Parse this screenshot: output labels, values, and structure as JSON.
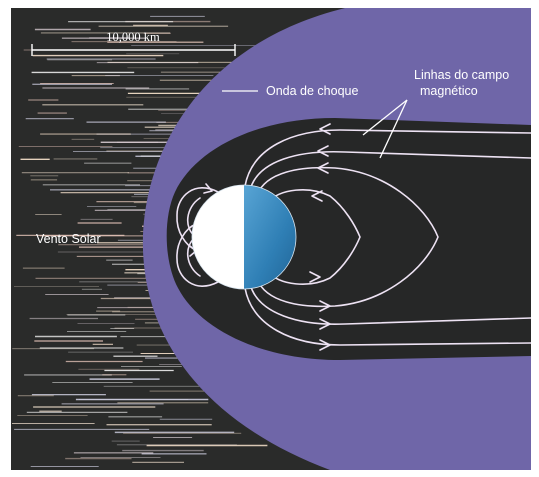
{
  "diagram": {
    "scale_bar_label": "10,000 km",
    "labels": {
      "bow_shock": "Onda de choque",
      "field_lines_line1": "Linhas do campo",
      "field_lines_line2": "magnético",
      "solar_wind": "Vento Solar"
    },
    "colors": {
      "background": "#2a2b2a",
      "sheath": "#6f66a8",
      "magnetosphere": "#262727",
      "field_line": "#ede2f3",
      "planet_day": "#ffffff",
      "planet_night": "#2f7fb5",
      "text": "#ffffff"
    }
  }
}
